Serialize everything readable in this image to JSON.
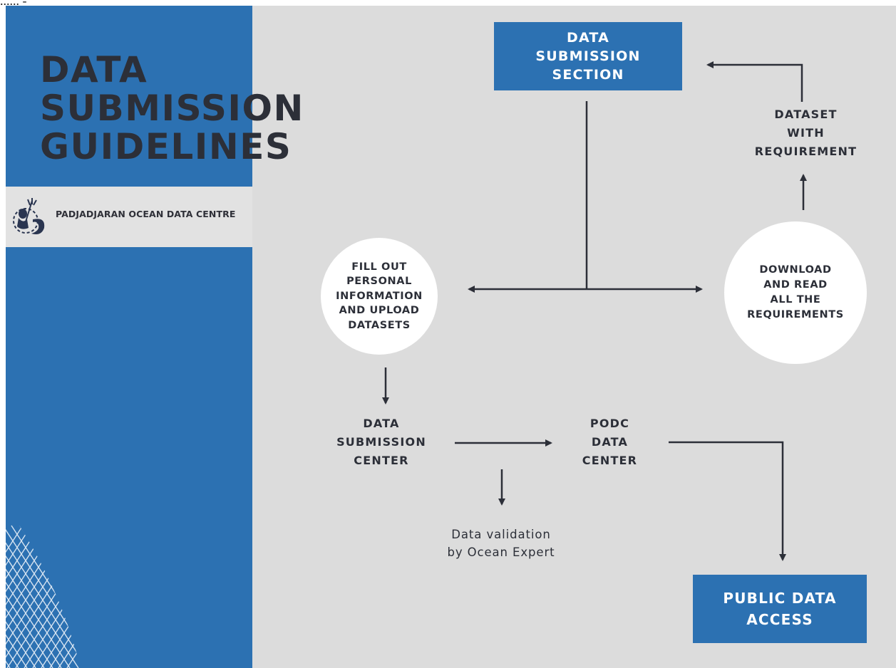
{
  "caption": "...... -",
  "org_name": "PADJADJARAN OCEAN DATA CENTRE",
  "title_lines": [
    "DATA",
    "SUBMISSION",
    "GUIDELINES"
  ],
  "nodes": {
    "data_submission_section": [
      "DATA",
      "SUBMISSION",
      "SECTION"
    ],
    "dataset_with_requirement": [
      "DATASET",
      "WITH",
      "REQUIREMENT"
    ],
    "download_requirements": [
      "DOWNLOAD",
      "AND READ",
      "ALL THE",
      "REQUIREMENTS"
    ],
    "fill_out": [
      "FILL OUT",
      "PERSONAL",
      "INFORMATION",
      "AND UPLOAD",
      "DATASETS"
    ],
    "data_submission_center": [
      "DATA",
      "SUBMISSION",
      "CENTER"
    ],
    "podc_data_center": [
      "PODC",
      "DATA",
      "CENTER"
    ],
    "data_validation": [
      "Data validation",
      "by Ocean Expert"
    ],
    "public_data_access": [
      "PUBLIC DATA",
      "ACCESS"
    ]
  },
  "colors": {
    "accent_blue": "#2c71b2",
    "background_gray": "#dcdcdc",
    "text_dark": "#2c2f38",
    "circle_fill": "#ffffff"
  },
  "icons": [
    "mermaid-trident-logo-icon",
    "mesh-net-pattern"
  ]
}
